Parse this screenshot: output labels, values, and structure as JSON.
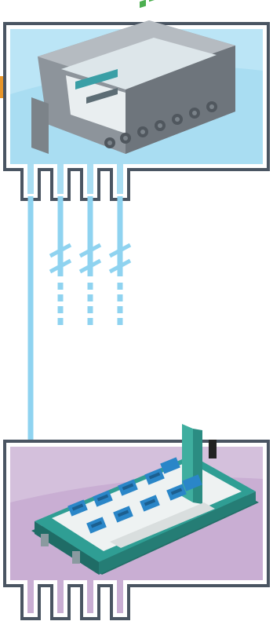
{
  "colors": {
    "top_panel_fill": "#a9ddf2",
    "bottom_panel_fill": "#c9aed3",
    "frame_stroke": "#4a5562",
    "frame_inner": "#ffffff",
    "cable": "#8fd3f0",
    "orange_cable": "#e8962a",
    "top_housing": "#9aa0a6",
    "bottom_housing": "#2f9e94",
    "terminal_blue": "#2a86c8"
  },
  "devices": [
    {
      "name": "junction-box-grey",
      "icon": "industrial-enclosure-with-cable-glands"
    },
    {
      "name": "junction-box-green",
      "icon": "module-with-blue-terminal-blocks"
    }
  ],
  "links": {
    "main_trunk": "solid",
    "spurs": [
      "dashed",
      "dashed",
      "dashed"
    ]
  }
}
